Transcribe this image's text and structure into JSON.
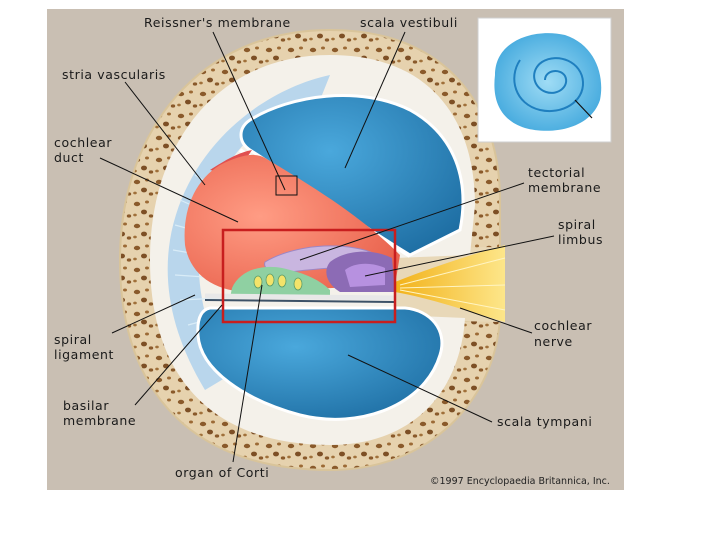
{
  "labels": {
    "reissner": "Reissner's membrane",
    "scala_vestibuli": "scala vestibuli",
    "stria_vascularis": "stria vascularis",
    "cochlear_duct_line1": "cochlear",
    "cochlear_duct_line2": "duct",
    "tectorial_line1": "tectorial",
    "tectorial_line2": "membrane",
    "spiral_limbus_line1": "spiral",
    "spiral_limbus_line2": "limbus",
    "cochlear_nerve_line1": "cochlear",
    "cochlear_nerve_line2": "nerve",
    "spiral_ligament_line1": "spiral",
    "spiral_ligament_line2": "ligament",
    "basilar_line1": "basilar",
    "basilar_line2": "membrane",
    "scala_tympani": "scala tympani",
    "organ_of_corti": "organ of Corti"
  },
  "credit": "©1997 Encyclopaedia Britannica, Inc.",
  "colors": {
    "background": "#c9bfb3",
    "bone": "#e6d2ae",
    "scala_fluid": "#2f8cc4",
    "duct": "#f07a66",
    "nerve": "#f5c531",
    "highlight_box": "#c81e1e"
  }
}
